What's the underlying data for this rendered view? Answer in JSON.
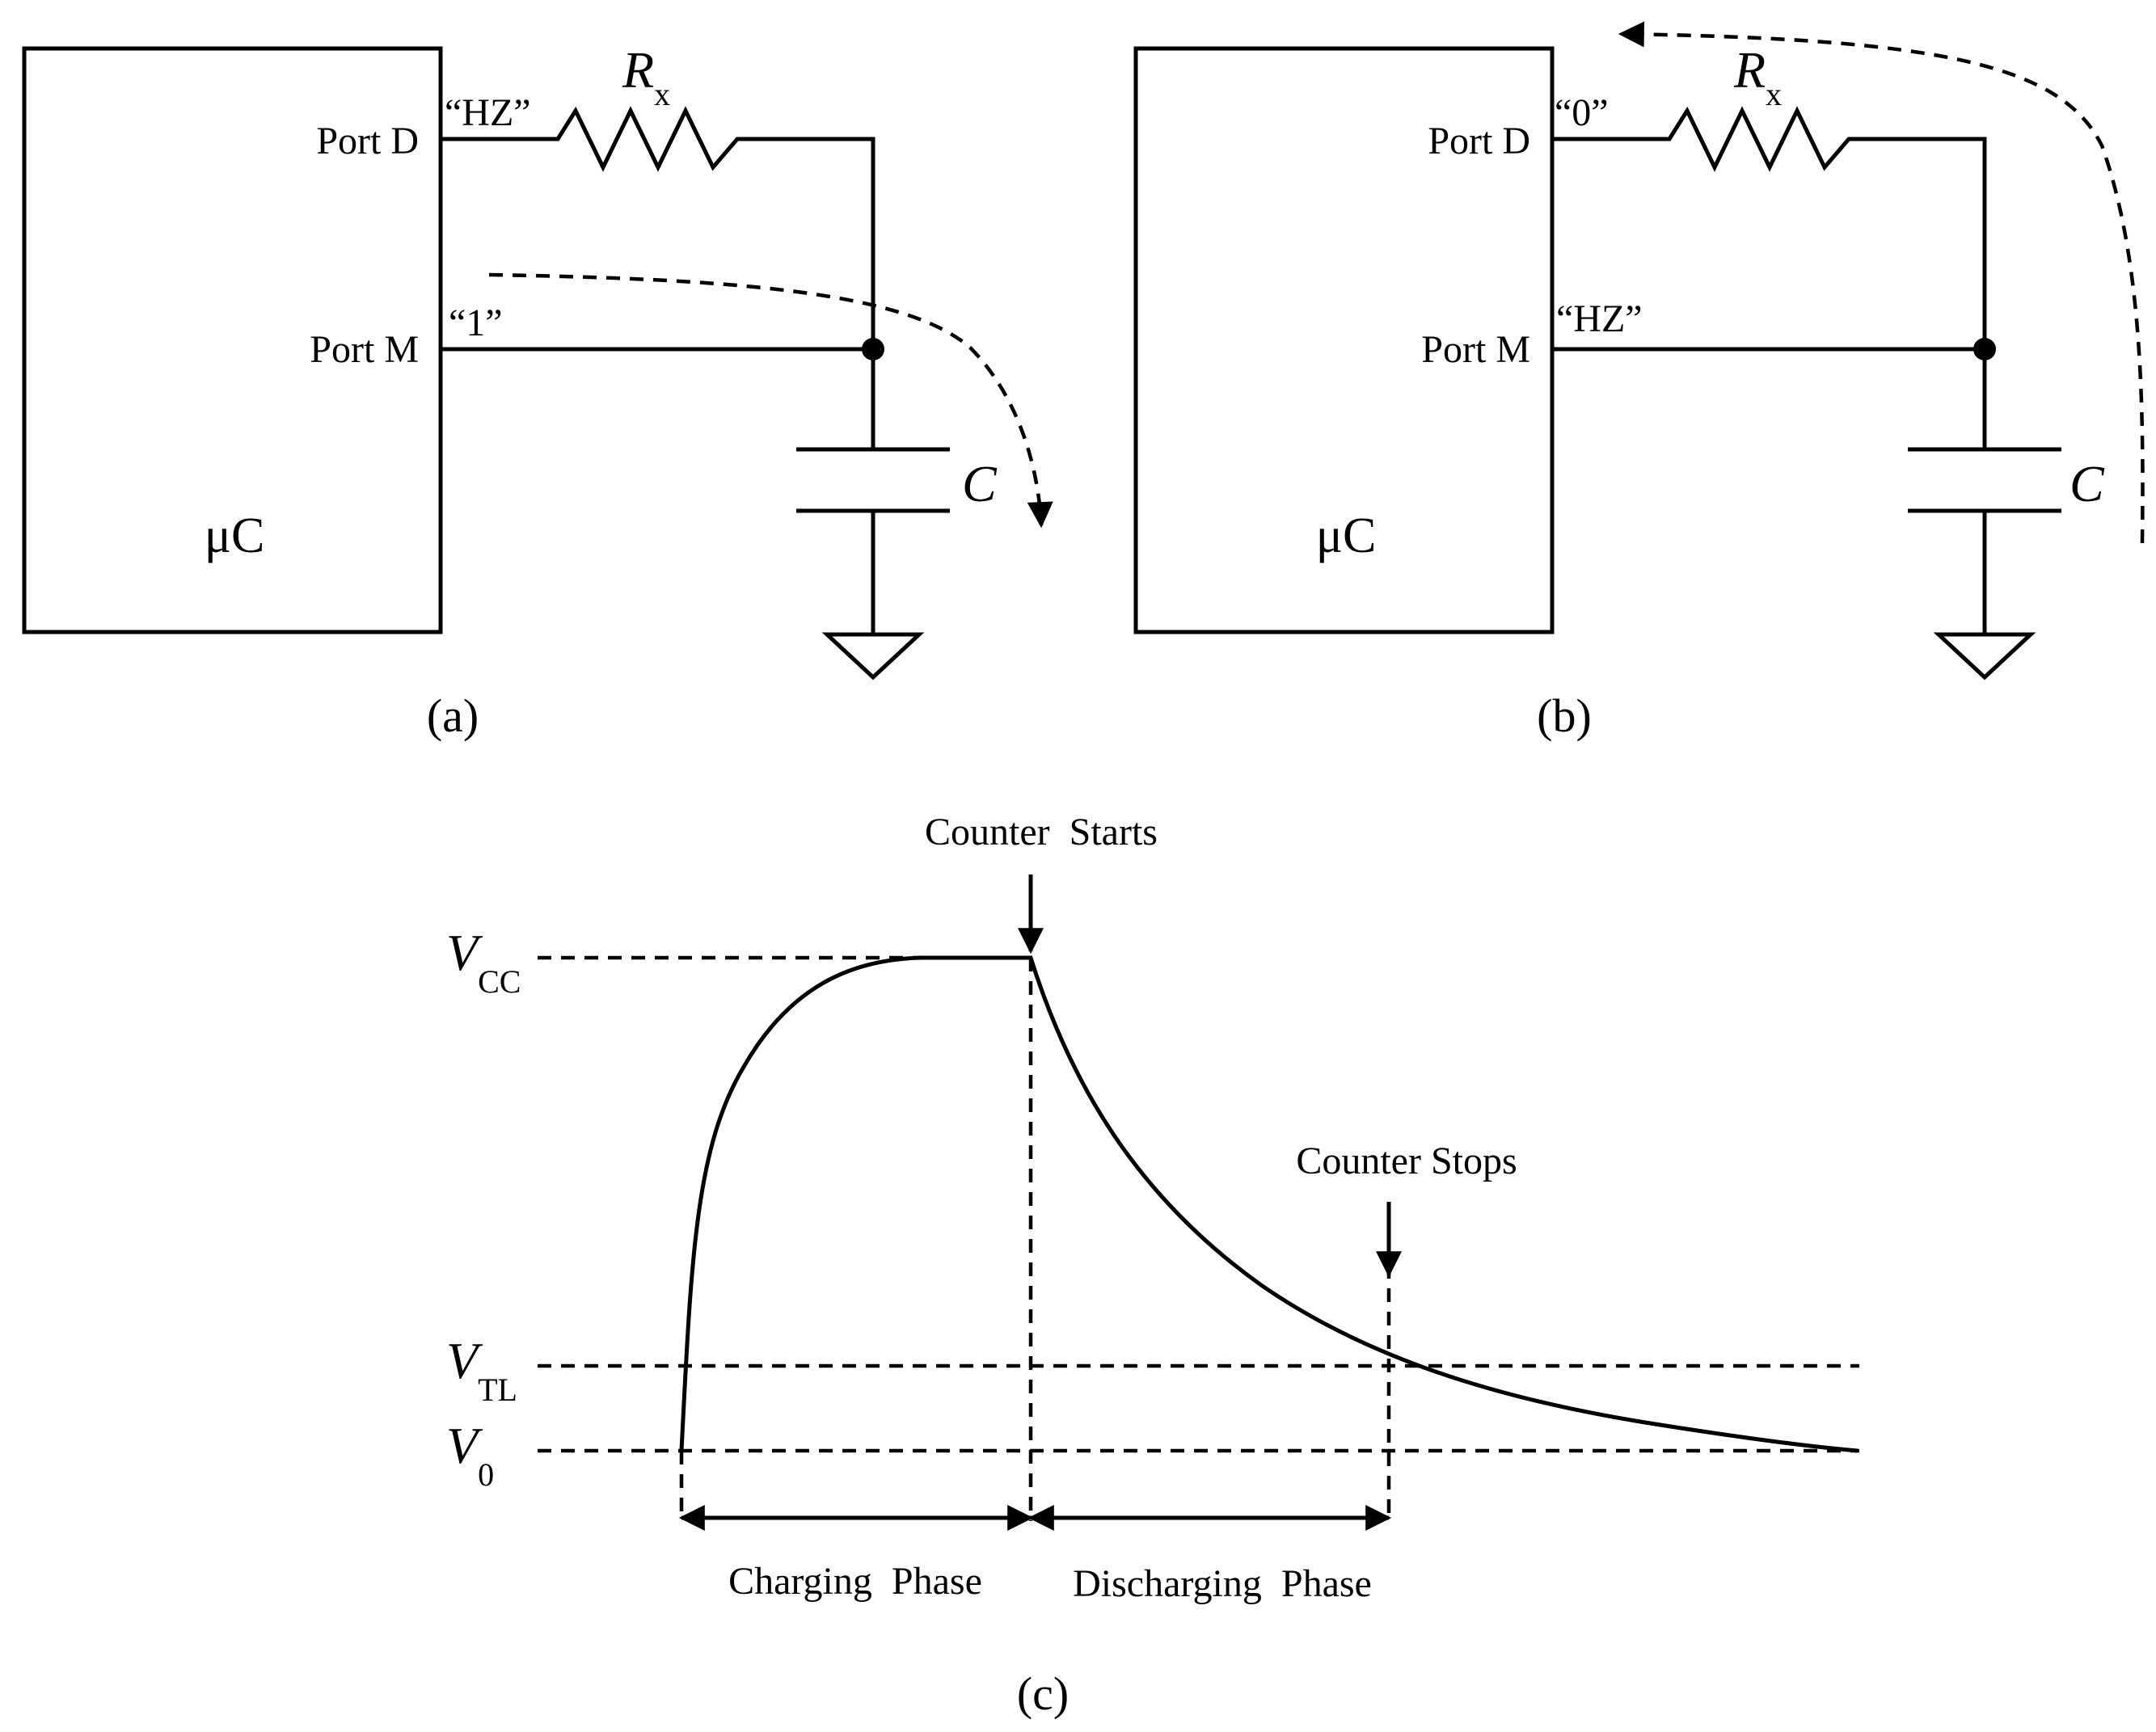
{
  "panel_a": {
    "caption": "(a)",
    "mcu_label": "μC",
    "port_d_label": "Port D",
    "port_m_label": "Port M",
    "port_d_state": "“HZ”",
    "port_m_state": "“1”",
    "resistor_symbol": "R",
    "resistor_subscript": "x",
    "capacitor_label": "C"
  },
  "panel_b": {
    "caption": "(b)",
    "mcu_label": "μC",
    "port_d_label": "Port D",
    "port_m_label": "Port M",
    "port_d_state": "“0”",
    "port_m_state": "“HZ”",
    "resistor_symbol": "R",
    "resistor_subscript": "x",
    "capacitor_label": "C"
  },
  "panel_c": {
    "caption": "(c)",
    "counter_starts": "Counter  Starts",
    "counter_stops": "Counter Stops",
    "charging_phase": "Charging  Phase",
    "discharging_phase": "Discharging  Phase",
    "levels": [
      {
        "symbol": "V",
        "subscript": "CC"
      },
      {
        "symbol": "V",
        "subscript": "TL"
      },
      {
        "symbol": "V",
        "subscript": "0"
      }
    ]
  }
}
